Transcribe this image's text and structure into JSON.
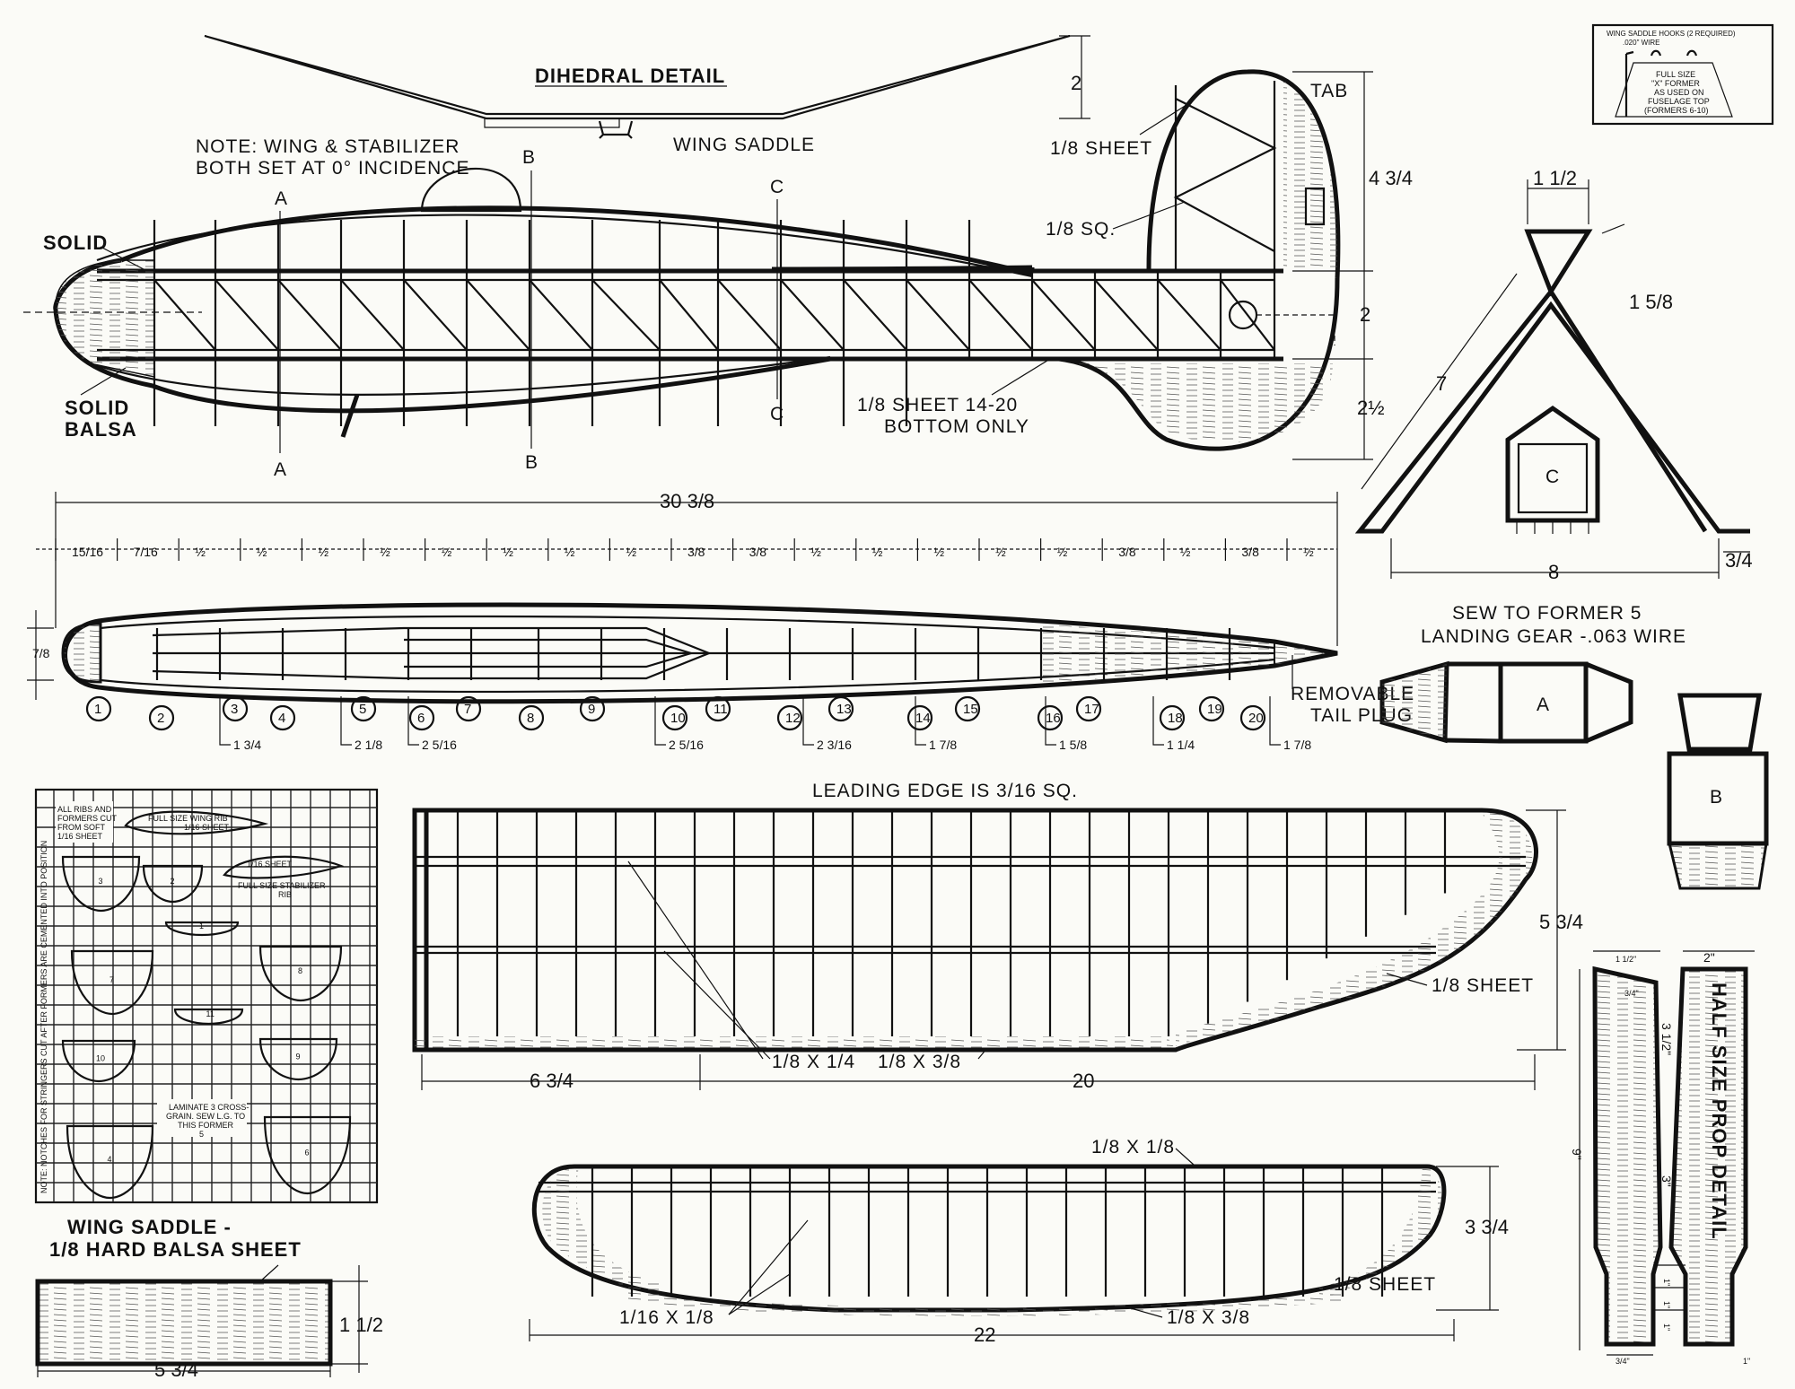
{
  "dihedral": {
    "title": "DIHEDRAL DETAIL",
    "dim": "2",
    "saddle": "WING SADDLE"
  },
  "note": [
    "NOTE: WING & STABILIZER",
    "BOTH SET AT 0° INCIDENCE"
  ],
  "side_view": {
    "solid": "SOLID",
    "solid_balsa": [
      "SOLID",
      "BALSA"
    ],
    "sheet_bottom": [
      "1/8 SHEET 14-20",
      "BOTTOM ONLY"
    ],
    "tab": "TAB",
    "fin_sheet": "1/8 SHEET",
    "fin_sq": "1/8 SQ.",
    "height_dims": [
      "4 3/4",
      "2",
      "2½"
    ],
    "overall_length": "30 3/8",
    "sections": [
      "A",
      "B",
      "C",
      "A",
      "B",
      "C"
    ]
  },
  "spacing": [
    "15/16",
    "7/16",
    "½",
    "½",
    "½",
    "½",
    "½",
    "½",
    "½",
    "½",
    "3/8",
    "3/8",
    "½",
    "½",
    "½",
    "½",
    "½",
    "3/8",
    "½",
    "3/8",
    "½"
  ],
  "top_view": {
    "nose_width": "7/8",
    "formers": [
      "1",
      "2",
      "3",
      "4",
      "5",
      "6",
      "7",
      "8",
      "9",
      "10",
      "11",
      "12",
      "13",
      "14",
      "15",
      "16",
      "17",
      "18",
      "19",
      "20"
    ],
    "widths": [
      "1 3/4",
      "2 1/8",
      "2 5/16",
      "2 5/16",
      "2 3/16",
      "1 7/8",
      "1 5/8",
      "1 1/4",
      "1 7/8"
    ],
    "tail_plug": [
      "REMOVABLE",
      "TAIL PLUG"
    ]
  },
  "hooks": {
    "title": "WING SADDLE HOOKS (2 REQUIRED)",
    "wire": ".020\" WIRE",
    "note": [
      "FULL SIZE",
      "\"X\" FORMER",
      "AS USED ON",
      "FUSELAGE TOP",
      "(FORMERS 6-10)"
    ]
  },
  "gear": {
    "top": "1 1/2",
    "leg": "7",
    "angle": "1 5/8",
    "width": "8",
    "foot": "3/4",
    "title": [
      "SEW TO FORMER 5",
      "LANDING GEAR -.063 WIRE"
    ],
    "sections": [
      "C",
      "A",
      "B"
    ]
  },
  "parts_sheet": {
    "note": [
      "ALL RIBS AND",
      "FORMERS CUT",
      "FROM SOFT",
      "1/16 SHEET"
    ],
    "wing_rib": [
      "FULL SIZE WING RIB",
      "1/16 SHEET"
    ],
    "stab_rib": [
      "1/16 SHEET",
      "FULL SIZE STABILIZER",
      "RIB"
    ],
    "side_note": "NOTE: NOTCHES FOR STRINGERS CUT AFTER FORMERS ARE CEMENTED INTO POSITION",
    "laminate": [
      "LAMINATE 3 CROSS-",
      "GRAIN. SEW L.G. TO",
      "THIS FORMER",
      "5"
    ],
    "former_numbers": [
      "3",
      "2",
      "1",
      "7",
      "8",
      "11",
      "10",
      "9",
      "4",
      "6"
    ]
  },
  "wing": {
    "leading_edge": "LEADING EDGE IS 3/16 SQ.",
    "sheet": "1/8 SHEET",
    "spar1": "1/8 X 1/4",
    "spar2": "1/8 X 3/8",
    "span": "20",
    "inner": "6 3/4",
    "chord": "5 3/4"
  },
  "stabilizer": {
    "le": "1/8 X 1/8",
    "sheet": "1/8 SHEET",
    "ribs": "1/16 X 1/8",
    "te": "1/8 X 3/8",
    "span": "22",
    "chord": "3 3/4"
  },
  "saddle_part": {
    "title": [
      "WING SADDLE -",
      "1/8 HARD BALSA SHEET"
    ],
    "height": "1 1/2",
    "width": "5 3/4"
  },
  "prop": {
    "title": "HALF SIZE PROP DETAIL",
    "dims": [
      "1 1/2\"",
      "2\"",
      "3/4\"",
      "3 1/2\"",
      "9\"",
      "3\"",
      "1\"",
      "1\"",
      "1\"",
      "3/4\"",
      "1\""
    ]
  }
}
